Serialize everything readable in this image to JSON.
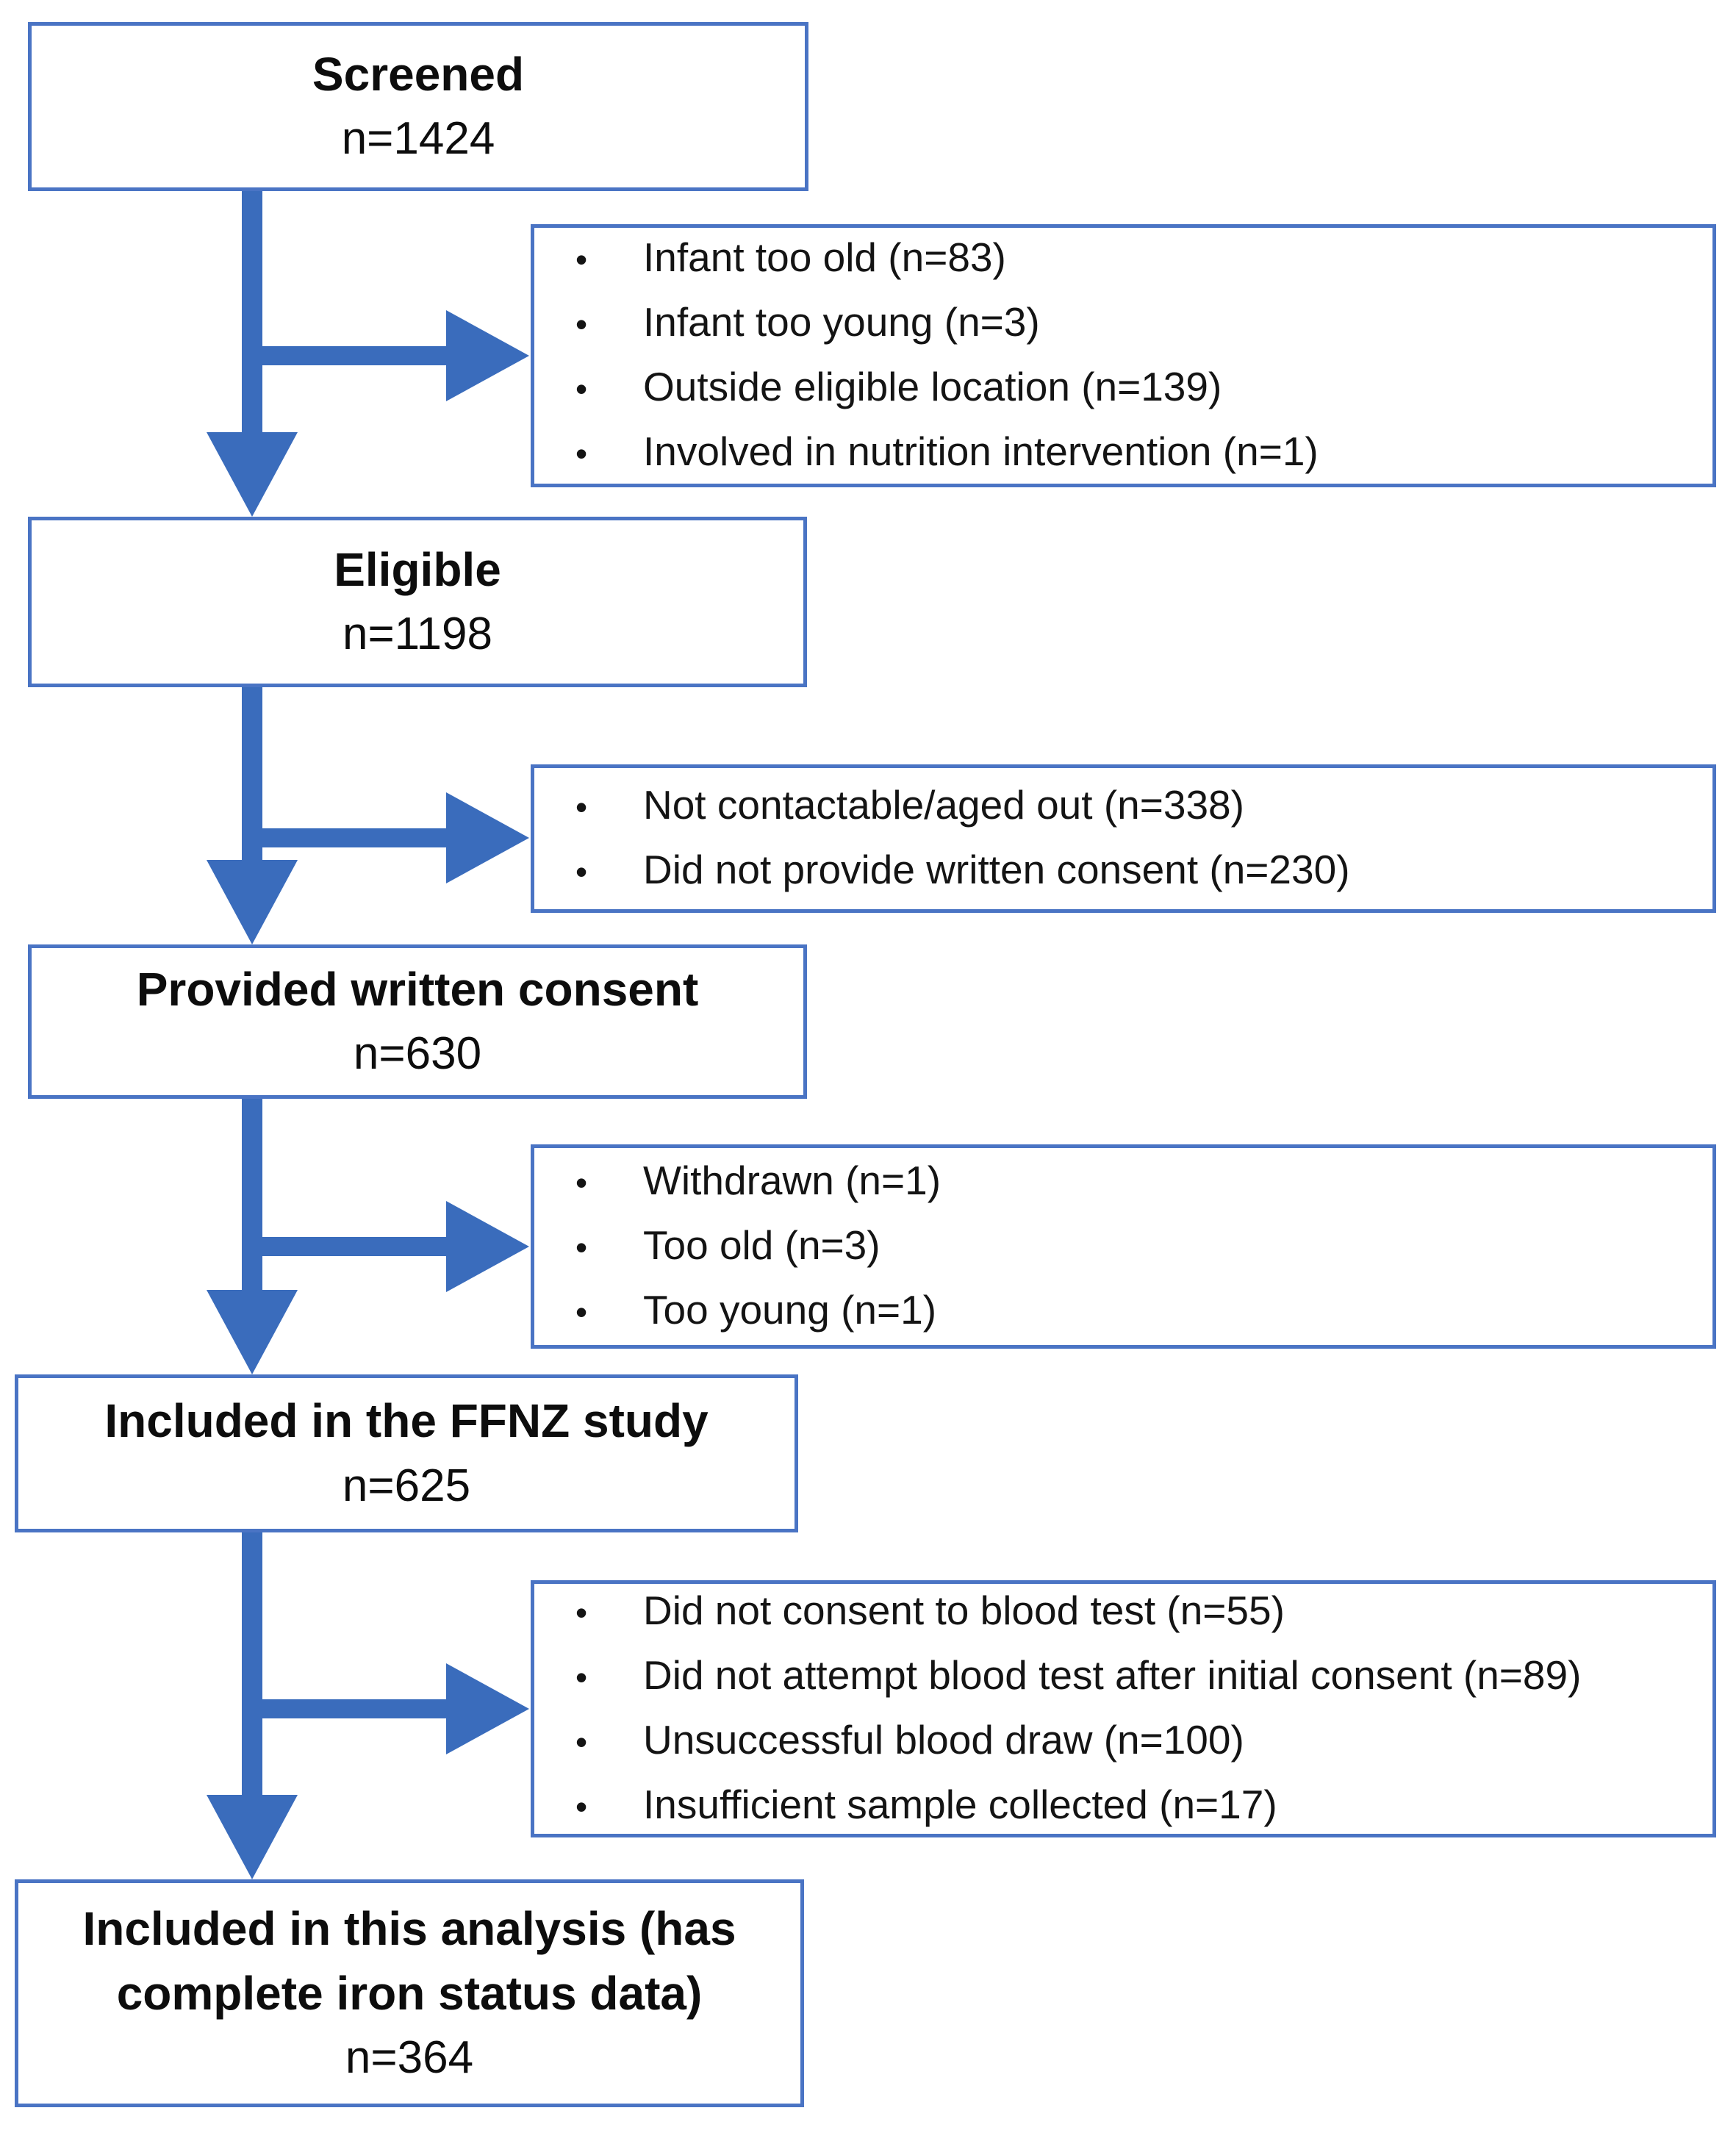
{
  "bullet_char": "•",
  "colors": {
    "arrow": "#3a6cbc",
    "box_border": "#4a74c4",
    "text": "#141414",
    "background": "#ffffff"
  },
  "main_boxes": [
    {
      "title": "Screened",
      "n": "n=1424"
    },
    {
      "title": "Eligible",
      "n": "n=1198"
    },
    {
      "title": "Provided written consent",
      "n": "n=630"
    },
    {
      "title": "Included in the FFNZ study",
      "n": "n=625"
    },
    {
      "title": "Included in this analysis (has complete iron status data)",
      "n": "n=364"
    }
  ],
  "exclusion_boxes": [
    {
      "items": [
        "Infant too old (n=83)",
        "Infant too young (n=3)",
        "Outside eligible location (n=139)",
        "Involved in nutrition intervention (n=1)"
      ]
    },
    {
      "items": [
        "Not contactable/aged out (n=338)",
        "Did not provide written consent (n=230)"
      ]
    },
    {
      "items": [
        "Withdrawn (n=1)",
        "Too old (n=3)",
        "Too young (n=1)"
      ]
    },
    {
      "items": [
        "Did not consent to blood test (n=55)",
        "Did not attempt blood test after initial consent (n=89)",
        "Unsuccessful blood draw (n=100)",
        "Insufficient sample collected (n=17)"
      ]
    }
  ]
}
